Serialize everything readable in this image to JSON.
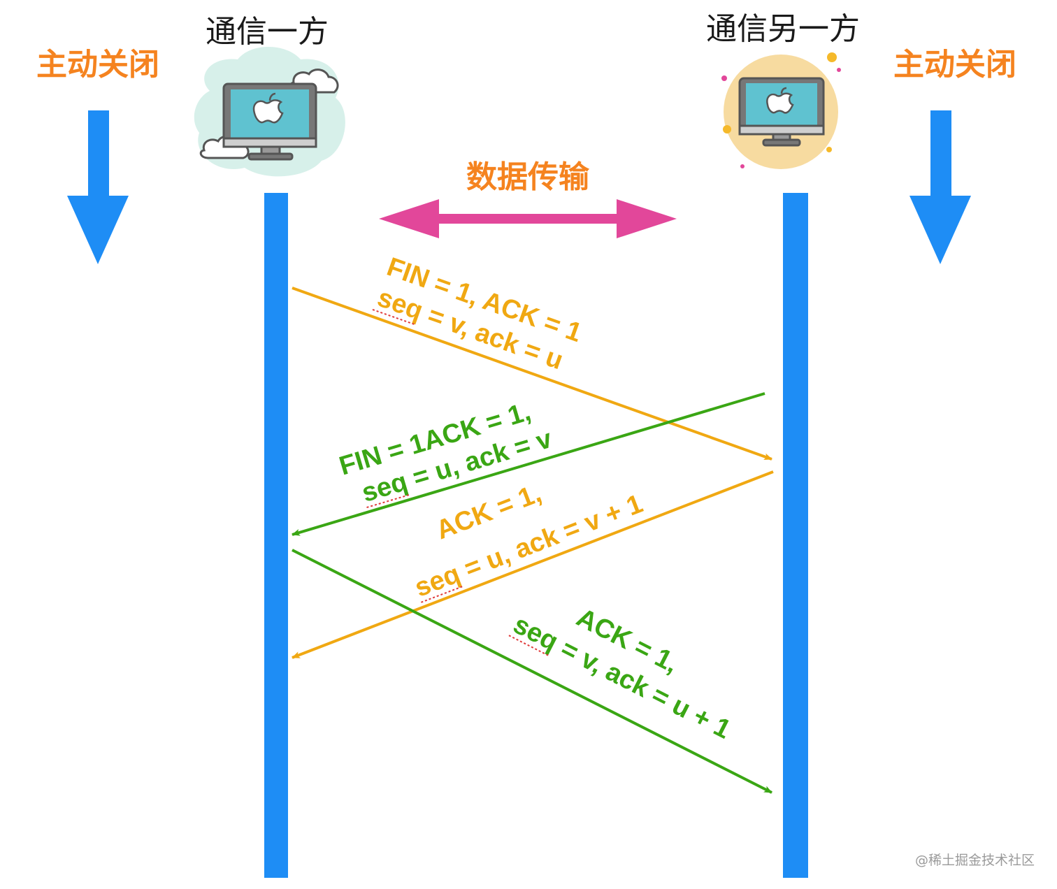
{
  "parties": {
    "left_title": "通信一方",
    "right_title": "通信另一方"
  },
  "labels": {
    "left_active_close": "主动关闭",
    "right_active_close": "主动关闭",
    "data_transfer": "数据传输",
    "watermark": "@稀土掘金技术社区"
  },
  "icons": {
    "left_computer": "computer-with-clouds-icon",
    "right_computer": "computer-with-sun-icon"
  },
  "colors": {
    "timeline": "#1e8df5",
    "arrow_down": "#1e8df5",
    "orange_message": "#f0a812",
    "green_message": "#3aa614",
    "data_arrow": "#e2479a",
    "close_text": "#f5831f"
  },
  "messages": [
    {
      "id": "msg1",
      "direction": "left-to-right",
      "color": "orange",
      "line1": "FIN = 1, ACK = 1",
      "line2": "seq = v, ack = u"
    },
    {
      "id": "msg2",
      "direction": "right-to-left",
      "color": "green",
      "line1": "FIN = 1ACK = 1,",
      "line2": "seq = u, ack = v"
    },
    {
      "id": "msg3",
      "direction": "right-to-left",
      "color": "orange",
      "line1": "ACK = 1,",
      "line2": "seq = u, ack = v + 1"
    },
    {
      "id": "msg4",
      "direction": "left-to-right",
      "color": "green",
      "line1": "ACK = 1,",
      "line2": "seq = v, ack = u + 1"
    }
  ]
}
